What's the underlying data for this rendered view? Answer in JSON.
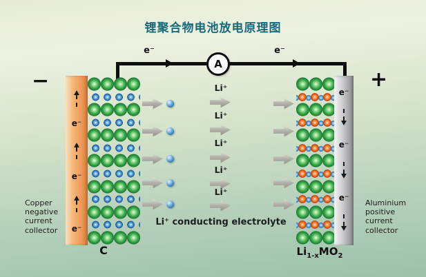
{
  "title": "锂聚合物电池放电原理图",
  "circuit": {
    "ammeter": "A",
    "electron_left": "e⁻",
    "electron_right": "e⁻"
  },
  "left_side": {
    "polarity": "−",
    "collector_caption": "Copper negative current collector",
    "electrode_label": "C",
    "electrons": [
      "e⁻",
      "e⁻",
      "e⁻"
    ]
  },
  "right_side": {
    "polarity": "+",
    "collector_caption": "Aluminium positive current collector",
    "electrode_label": {
      "base1": "Li",
      "sub1": "1-x",
      "base2": "MO",
      "sub2": "2"
    },
    "electrons": [
      "e⁻",
      "e⁻",
      "e⁻"
    ]
  },
  "electrolyte": {
    "caption": "Li⁺ conducting electrolyte",
    "ion_labels": [
      "Li⁺",
      "Li⁺",
      "Li⁺",
      "Li⁺",
      "Li⁺"
    ]
  },
  "colors": {
    "title_text": "#18697b",
    "copper_collector": "#f0a263",
    "aluminium_collector": "#b9babd",
    "graphite_sphere": "#37a94a",
    "lithium_ion": "#2f7fc1",
    "metal_oxide_sphere": "#f07030",
    "wire": "#0d0d0d"
  }
}
